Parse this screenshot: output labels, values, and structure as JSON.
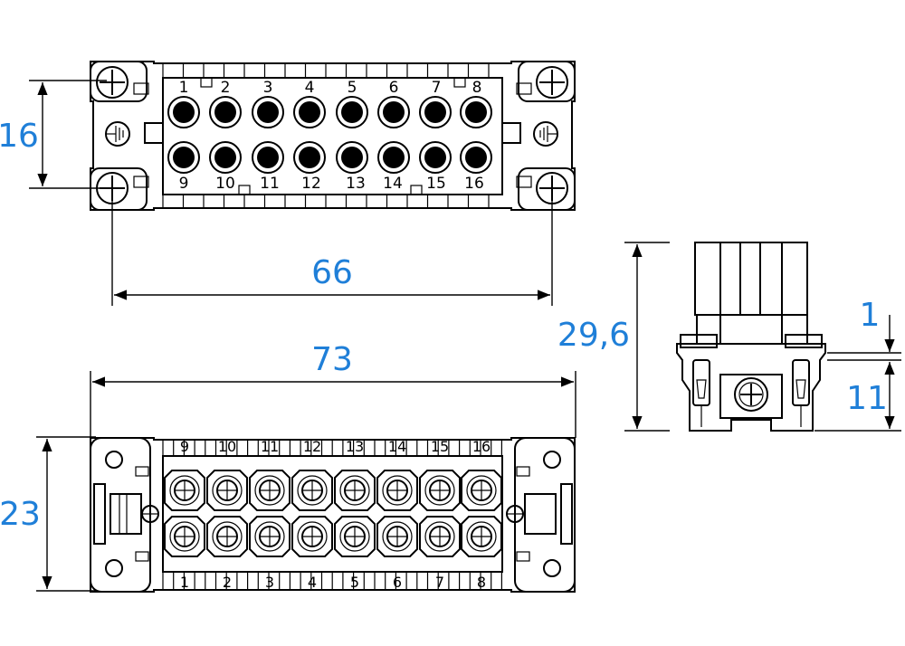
{
  "front_view": {
    "pins_top": [
      "1",
      "2",
      "3",
      "4",
      "5",
      "6",
      "7",
      "8"
    ],
    "pins_bottom": [
      "9",
      "10",
      "11",
      "12",
      "13",
      "14",
      "15",
      "16"
    ]
  },
  "rear_view": {
    "terminals_top": [
      "9",
      "10",
      "11",
      "12",
      "13",
      "14",
      "15",
      "16"
    ],
    "terminals_bottom": [
      "1",
      "2",
      "3",
      "4",
      "5",
      "6",
      "7",
      "8"
    ]
  },
  "dimensions": {
    "screw_spacing_vertical": "16",
    "screw_spacing_horizontal": "66",
    "overall_length": "73",
    "overall_height": "23",
    "side_height": "29,6",
    "side_offset": "1",
    "side_lower": "11"
  },
  "colors": {
    "dimension_text": "#1f7fd8",
    "line": "#000000"
  }
}
